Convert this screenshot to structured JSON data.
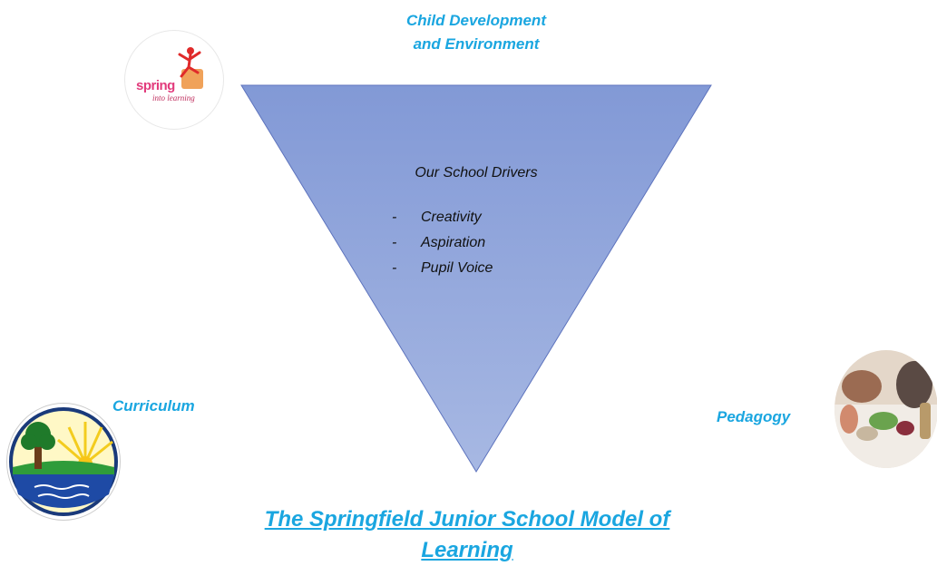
{
  "diagram": {
    "top_label_line1": "Child Development",
    "top_label_line2": "and Environment",
    "left_label": "Curriculum",
    "right_label": "Pedagogy",
    "center_title": "Our School Drivers",
    "drivers": [
      {
        "dash": "-",
        "label": "Creativity"
      },
      {
        "dash": "-",
        "label": "Aspiration"
      },
      {
        "dash": "-",
        "label": "Pupil Voice"
      }
    ],
    "footer_title_line1": "The Springfield Junior School Model of",
    "footer_title_line2": "Learning"
  },
  "logos": {
    "spring_word": "spring",
    "spring_sub": "into learning"
  },
  "colors": {
    "accent_text": "#1aa6e0",
    "triangle_top": "#8299d6",
    "triangle_bottom": "#a7b8e3",
    "triangle_stroke": "#5d73bd"
  }
}
